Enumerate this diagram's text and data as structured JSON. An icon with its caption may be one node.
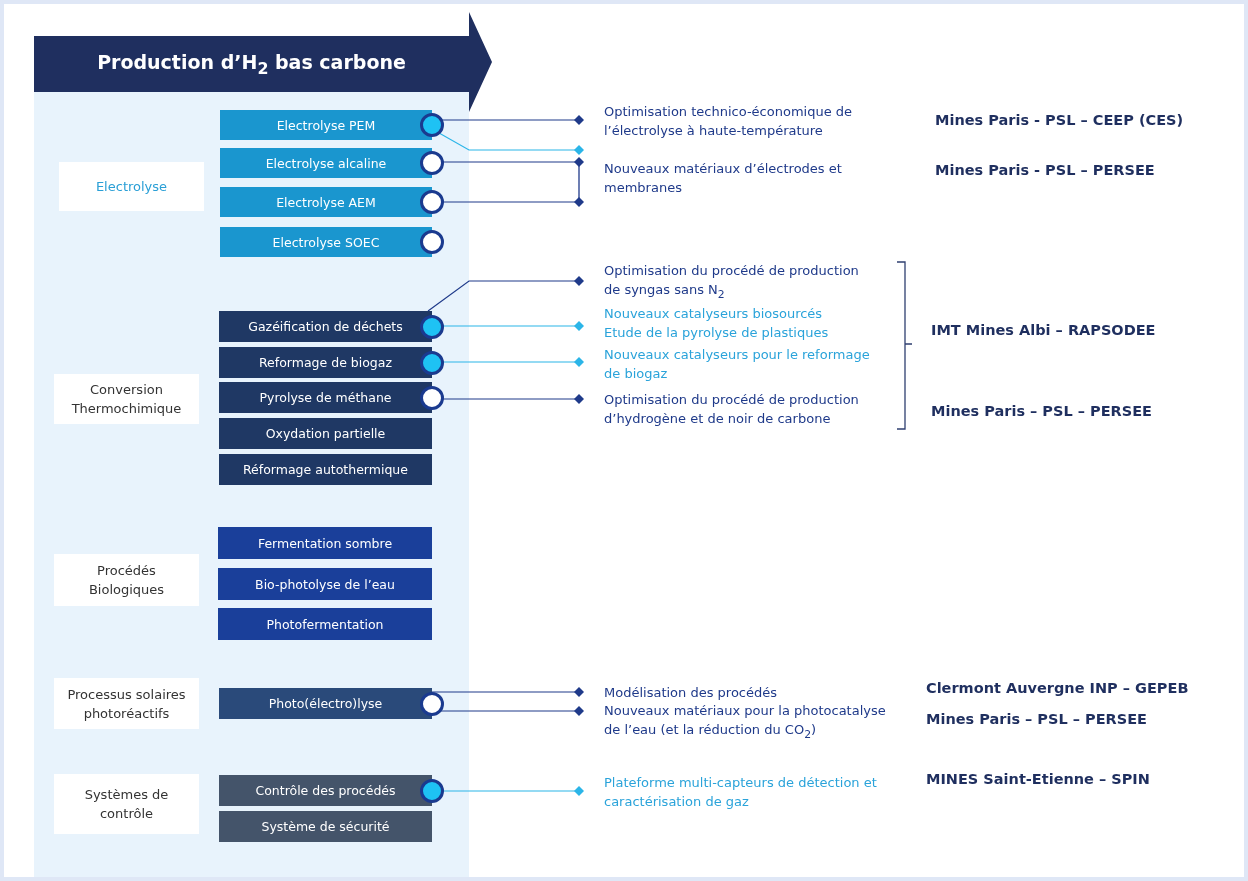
{
  "diagram": {
    "title": "Production d’H$_{2}$ bas carbone",
    "nodes": [
      {
        "text": [
          "Electrolyse"
        ]
      },
      {
        "text": [
          "Electrolyse PEM"
        ]
      },
      {
        "text": [
          "Electrolyse alcaline"
        ]
      },
      {
        "text": [
          "Electrolyse AEM"
        ]
      },
      {
        "text": [
          "Electrolyse SOEC"
        ]
      },
      {
        "text": [
          "Conversion Thermochimique"
        ]
      },
      {
        "text": [
          "Gazéification de déchets"
        ]
      },
      {
        "text": [
          "Reformage de biogaz"
        ]
      },
      {
        "text": [
          "Pyrolyse de méthane"
        ]
      },
      {
        "text": [
          "Oxydation partielle"
        ]
      },
      {
        "text": [
          "Réformage autothermique"
        ]
      },
      {
        "text": [
          "Procédés Biologiques"
        ]
      },
      {
        "text": [
          "Fermentation sombre"
        ]
      },
      {
        "text": [
          "Bio-photolyse de l’eau"
        ]
      },
      {
        "text": [
          "Photofermentation"
        ]
      },
      {
        "text": [
          "Processus solaires photoréactifs"
        ]
      },
      {
        "text": [
          "Photo(électro)lyse"
        ]
      },
      {
        "text": [
          "Systèmes de contrôle"
        ]
      },
      {
        "text": [
          "Contrôle des procédés"
        ]
      },
      {
        "text": [
          "Système de sécurité"
        ]
      },
      {
        "text": [
          "Optimisation technico-économique de l’électrolyse à haute-température"
        ]
      },
      {
        "text": [
          "Nouveaux matériaux d’électrodes et membranes"
        ]
      },
      {
        "text": [
          "Optimisation du procédé de production de syngas sans N$_{2}$"
        ]
      },
      {
        "text": [
          "Nouveaux catalyseurs biosourcés",
          "Etude de la pyrolyse de plastiques"
        ]
      },
      {
        "text": [
          "Nouveaux catalyseurs pour le reformage de biogaz"
        ]
      },
      {
        "text": [
          "Optimisation du procédé de production d’hydrogène et de noir de carbone"
        ]
      },
      {
        "text": [
          "Modélisation des procédés"
        ]
      },
      {
        "text": [
          "Nouveaux matériaux pour la photocatalyse de l’eau (et la réduction du CO$_{2}$)"
        ]
      },
      {
        "text": [
          "Plateforme multi-capteurs de détection et caractérisation de gaz"
        ]
      }
    ],
    "edges": [
      {
        "from": 1,
        "to": 20,
        "arrow": "other"
      },
      {
        "from": 1,
        "to": 21,
        "arrow": "other",
        "color": "#2bb5e8"
      },
      {
        "from": 2,
        "to": 21,
        "arrow": "other"
      },
      {
        "from": 3,
        "to": 21,
        "arrow": "other"
      },
      {
        "from": 6,
        "to": 22,
        "arrow": "other"
      },
      {
        "from": 6,
        "to": 23,
        "arrow": "other",
        "color": "#2bb5e8"
      },
      {
        "from": 7,
        "to": 24,
        "arrow": "other",
        "color": "#2bb5e8"
      },
      {
        "from": 8,
        "to": 25,
        "arrow": "other"
      },
      {
        "from": 16,
        "to": 26,
        "arrow": "other"
      },
      {
        "from": 16,
        "to": 27,
        "arrow": "other"
      },
      {
        "from": 18,
        "to": 28,
        "arrow": "other",
        "color": "#2bb5e8"
      }
    ],
    "labels": [
      "Mines Paris - PSL – CEEP (CES)",
      "Mines Paris - PSL – PERSEE",
      "IMT Mines Albi – RAPSODEE",
      "Mines Paris – PSL – PERSEE",
      "Clermont Auvergne INP – GEPEB",
      "Mines Paris – PSL – PERSEE",
      "MINES Saint-Etienne – SPIN"
    ]
  }
}
